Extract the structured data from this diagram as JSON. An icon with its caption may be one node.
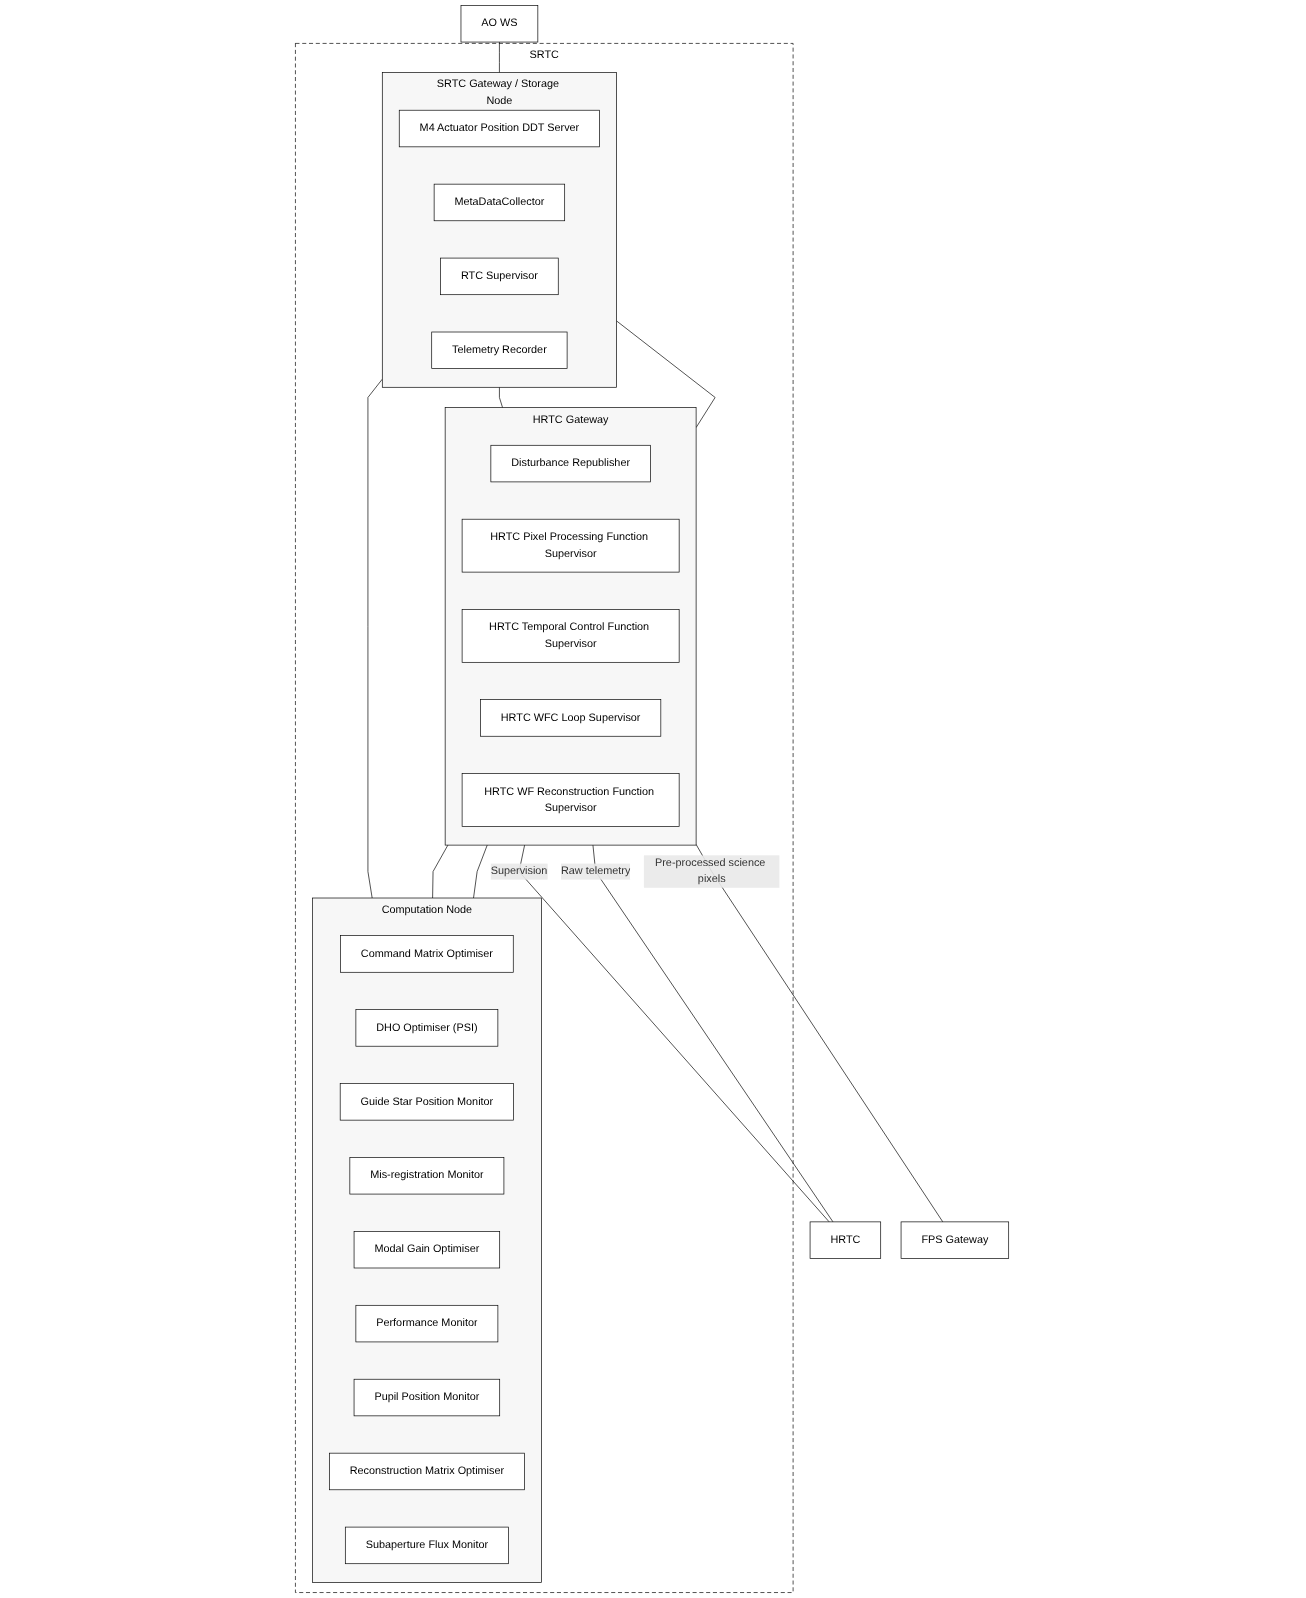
{
  "diagram": {
    "nodes": [
      {
        "text": [
          "AO WS"
        ]
      },
      {
        "text": [
          "SRTC"
        ]
      },
      {
        "text": [
          "SRTC Gateway / Storage Node"
        ],
        "in": 1
      },
      {
        "text": [
          "M4 Actuator Position DDT Server"
        ],
        "in": 2
      },
      {
        "text": [
          "MetaDataCollector"
        ],
        "in": 2
      },
      {
        "text": [
          "RTC Supervisor"
        ],
        "in": 2
      },
      {
        "text": [
          "Telemetry Recorder"
        ],
        "in": 2
      },
      {
        "text": [
          "Computation Node"
        ],
        "in": 1
      },
      {
        "text": [
          "Command Matrix Optimiser"
        ],
        "in": 7
      },
      {
        "text": [
          "DHO Optimiser (PSI)"
        ],
        "in": 7
      },
      {
        "text": [
          "Guide Star Position Monitor"
        ],
        "in": 7
      },
      {
        "text": [
          "Mis-registration Monitor"
        ],
        "in": 7
      },
      {
        "text": [
          "Modal Gain Optimiser"
        ],
        "in": 7
      },
      {
        "text": [
          "Performance Monitor"
        ],
        "in": 7
      },
      {
        "text": [
          "Pupil Position Monitor"
        ],
        "in": 7
      },
      {
        "text": [
          "Reconstruction Matrix Optimiser"
        ],
        "in": 7
      },
      {
        "text": [
          "Subaperture Flux Monitor"
        ],
        "in": 7
      },
      {
        "text": [
          "HRTC Gateway"
        ],
        "in": 1
      },
      {
        "text": [
          "Disturbance Republisher"
        ],
        "in": 17
      },
      {
        "text": [
          "HRTC Pixel Processing Function Supervisor"
        ],
        "in": 17
      },
      {
        "text": [
          "HRTC Temporal Control Function Supervisor"
        ],
        "in": 17
      },
      {
        "text": [
          "HRTC WFC Loop Supervisor"
        ],
        "in": 17
      },
      {
        "text": [
          "HRTC WF Reconstruction Function Supervisor"
        ],
        "in": 17
      },
      {
        "text": [
          "HRTC"
        ]
      },
      {
        "text": [
          "FPS Gateway"
        ]
      }
    ],
    "edges": [
      {
        "from": 0,
        "to": 2,
        "arrow": "none"
      },
      {
        "from": 2,
        "to": 7,
        "arrow": "none"
      },
      {
        "from": 2,
        "to": 17,
        "arrow": "none"
      },
      {
        "from": 2,
        "to": 17,
        "arrow": "none"
      },
      {
        "from": 17,
        "to": 7,
        "arrow": "none"
      },
      {
        "from": 17,
        "to": 7,
        "arrow": "none"
      },
      {
        "from": 17,
        "to": 23,
        "label": "Supervision",
        "arrow": "none"
      },
      {
        "from": 17,
        "to": 23,
        "label": "Raw telemetry",
        "arrow": "none"
      },
      {
        "from": 17,
        "to": 24,
        "label": "Pre-processed science pixels",
        "arrow": "none"
      }
    ]
  }
}
